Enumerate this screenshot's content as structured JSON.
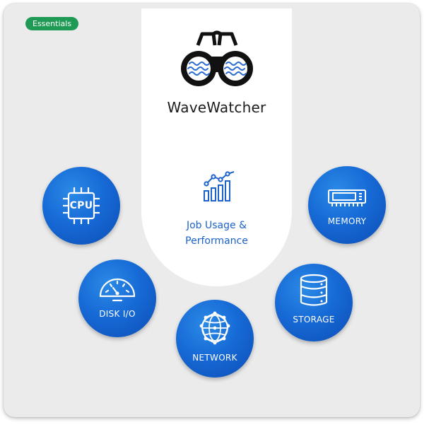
{
  "badge": {
    "label": "Essentials",
    "color": "#1f9a55"
  },
  "app": {
    "title": "WaveWatcher",
    "logo_icon": "binoculars-wave-icon"
  },
  "center": {
    "icon": "line-bar-chart-icon",
    "line1": "Job Usage &",
    "line2": "Performance",
    "accent": "#1c62c8"
  },
  "metrics": {
    "cpu": {
      "label": "CPU",
      "icon": "cpu-chip-icon"
    },
    "disk": {
      "label": "DISK I/O",
      "icon": "gauge-icon"
    },
    "network": {
      "label": "NETWORK",
      "icon": "globe-network-icon"
    },
    "storage": {
      "label": "STORAGE",
      "icon": "database-icon"
    },
    "memory": {
      "label": "MEMORY",
      "icon": "ram-module-icon"
    }
  },
  "colors": {
    "circle_blue": "#176ad6",
    "background": "#ebebeb"
  }
}
